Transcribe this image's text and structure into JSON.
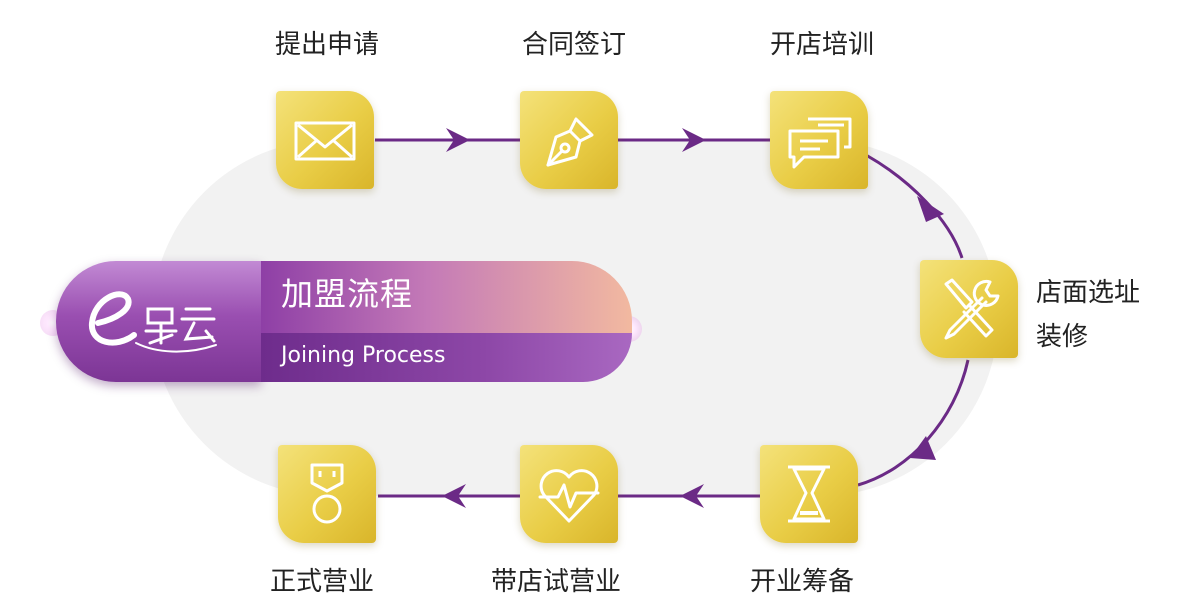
{
  "banner": {
    "title": "加盟流程",
    "subtitle": "Joining Process"
  },
  "steps": [
    {
      "label": "提出申请",
      "icon": "envelope-icon"
    },
    {
      "label": "合同签订",
      "icon": "pen-nib-icon"
    },
    {
      "label": "开店培训",
      "icon": "chat-bubbles-icon"
    },
    {
      "label_line1": "店面选址",
      "label_line2": "装修",
      "icon": "tools-icon"
    },
    {
      "label": "开业筹备",
      "icon": "hourglass-icon"
    },
    {
      "label": "带店试营业",
      "icon": "heartbeat-icon"
    },
    {
      "label": "正式营业",
      "icon": "medal-icon"
    }
  ],
  "colors": {
    "connector": "#6b2a86",
    "tile": "#e9cd46",
    "tile_icon": "#ffffff",
    "oval_background": "#f2f2f2"
  }
}
